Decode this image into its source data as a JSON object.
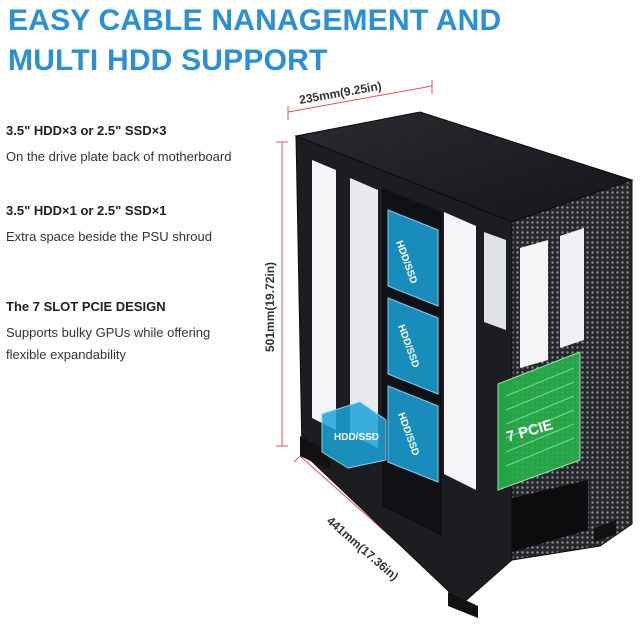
{
  "headline": {
    "line1": "EASY CABLE NANAGEMENT AND",
    "line2": "MULTI HDD SUPPORT",
    "color": "#2b8fd6"
  },
  "features": [
    {
      "title": "3.5\" HDD×3 or 2.5\" SSD×3",
      "desc": "On the drive plate back of motherboard"
    },
    {
      "title": "3.5\" HDD×1 or 2.5\" SSD×1",
      "desc": "Extra space beside the PSU shroud"
    },
    {
      "title": "The 7 SLOT PCIE DESIGN",
      "desc_line1": "Supports bulky GPUs while offering",
      "desc_line2": "flexible expandability"
    }
  ],
  "dimensions": {
    "width": "235mm(9.25in)",
    "height": "501mm(19.72in)",
    "depth": "441mm(17.36in)",
    "line_color": "#e05555"
  },
  "bays": {
    "label": "HDD/SSD",
    "color": "#1aa3d8"
  },
  "pcie": {
    "label": "7 PCIE",
    "color": "#27b24a"
  },
  "case_color": "#1c1d20"
}
